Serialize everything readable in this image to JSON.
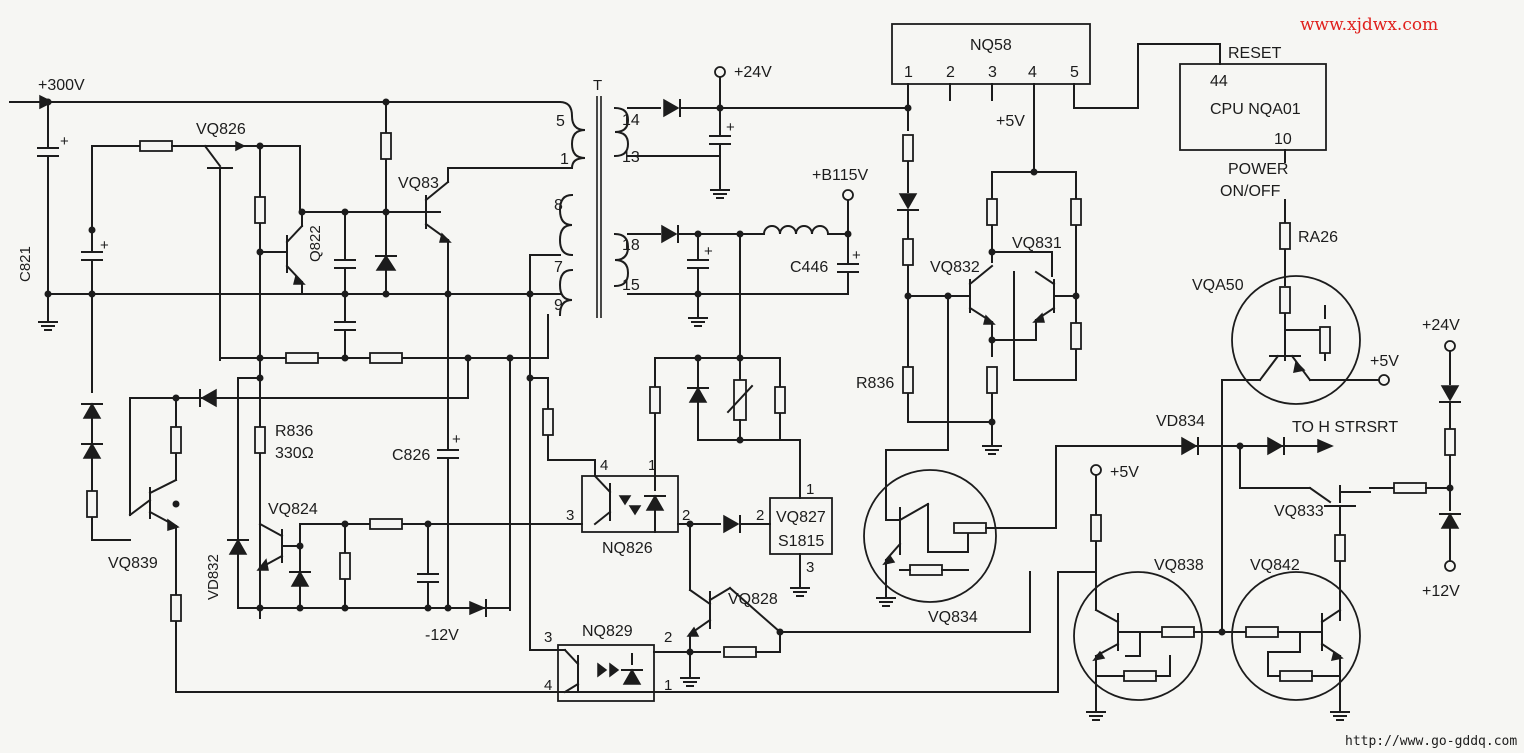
{
  "watermark_top": "www.xjdwx.com",
  "watermark_bottom": "http://www.go-gddq.com",
  "rails": {
    "plus300": "+300V",
    "plus24": "+24V",
    "plusb115": "+B115V",
    "plus5_nq58": "+5V",
    "plus5_vqa50": "+5V",
    "plus5_vq838": "+5V",
    "plus24_right": "+24V",
    "plus12_right": "+12V",
    "minus12": "-12V"
  },
  "transformer": {
    "name": "T",
    "pins": {
      "p5": "5",
      "p1": "1",
      "p8": "8",
      "p7": "7",
      "p9": "9",
      "p14": "14",
      "p13": "13",
      "p18": "18",
      "p15": "15"
    }
  },
  "ics": {
    "nq58": {
      "name": "NQ58",
      "pins": [
        "1",
        "2",
        "3",
        "4",
        "5"
      ]
    },
    "cpu": {
      "name": "CPU  NQA01",
      "pin44": "44",
      "pin10": "10",
      "reset": "RESET",
      "power": "POWER",
      "onoff": "ON/OFF"
    },
    "nq826": {
      "name": "NQ826",
      "pin4": "4",
      "pin1": "1",
      "pin3": "3",
      "pin2": "2"
    },
    "nq829": {
      "name": "NQ829",
      "pin3": "3",
      "pin2": "2",
      "pin4": "4",
      "pin1": "1"
    },
    "vq827": {
      "name": "VQ827",
      "part": "S1815",
      "pin1": "1",
      "pin2": "2",
      "pin3": "3"
    }
  },
  "components": {
    "vq826": "VQ826",
    "vq83": "VQ83",
    "q822": "Q822",
    "c821": "C821",
    "r836_mid": "R836",
    "r836_value": "330Ω",
    "c826": "C826",
    "vq824": "VQ824",
    "vd832": "VD832",
    "vq839": "VQ839",
    "c446": "C446",
    "vq828": "VQ828",
    "vq832": "VQ832",
    "vq831": "VQ831",
    "r836_right": "R836",
    "vq834": "VQ834",
    "ra26": "RA26",
    "vqa50": "VQA50",
    "vd834": "VD834",
    "to_h_start": "TO  H  STRSRT",
    "vq833": "VQ833",
    "vq838": "VQ838",
    "vq842": "VQ842"
  }
}
